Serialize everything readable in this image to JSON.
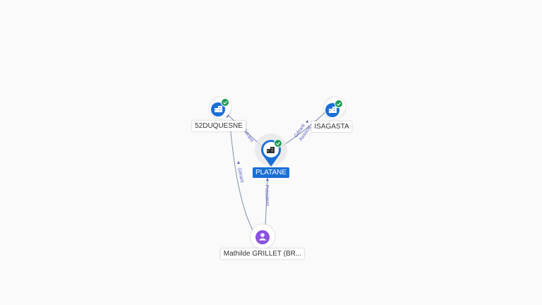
{
  "colors": {
    "edge": "#7d8fa8",
    "edge_label": "#5a5fbf",
    "company_blue": "#1a6fd6",
    "person_purple": "#8a52e0",
    "check_green": "#1e9b53"
  },
  "nodes": {
    "center": {
      "label": "PLATANE",
      "icon": "building-icon",
      "verified": true
    },
    "left": {
      "label": "52DUQUESNE",
      "icon": "building-icon",
      "verified": true
    },
    "right": {
      "label": "ISAGASTA",
      "icon": "building-icon",
      "verified": true
    },
    "person": {
      "label": "Mathilde GRILLET (BR...",
      "icon": "person-icon"
    }
  },
  "edges": {
    "left_center": "Gérant",
    "center_right_1": "Gérant",
    "center_right_2": "Associé",
    "person_left": "Gérant",
    "person_center": "Président"
  }
}
